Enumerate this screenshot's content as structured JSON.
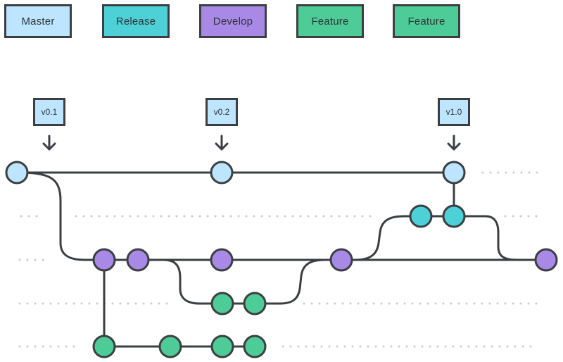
{
  "legend": [
    {
      "label": "Master",
      "color": "#bde5ff"
    },
    {
      "label": "Release",
      "color": "#4dd1d6"
    },
    {
      "label": "Develop",
      "color": "#a989e6"
    },
    {
      "label": "Feature",
      "color": "#4dcc98"
    },
    {
      "label": "Feature",
      "color": "#4dcc98"
    }
  ],
  "tags": [
    {
      "label": "v0.1"
    },
    {
      "label": "v0.2"
    },
    {
      "label": "v1.0"
    }
  ],
  "colors": {
    "stroke": "#3b3f42",
    "dots": "#c9cbcc",
    "master": "#bde5ff",
    "release": "#4dd1d6",
    "develop": "#a989e6",
    "feature": "#4dcc98"
  }
}
